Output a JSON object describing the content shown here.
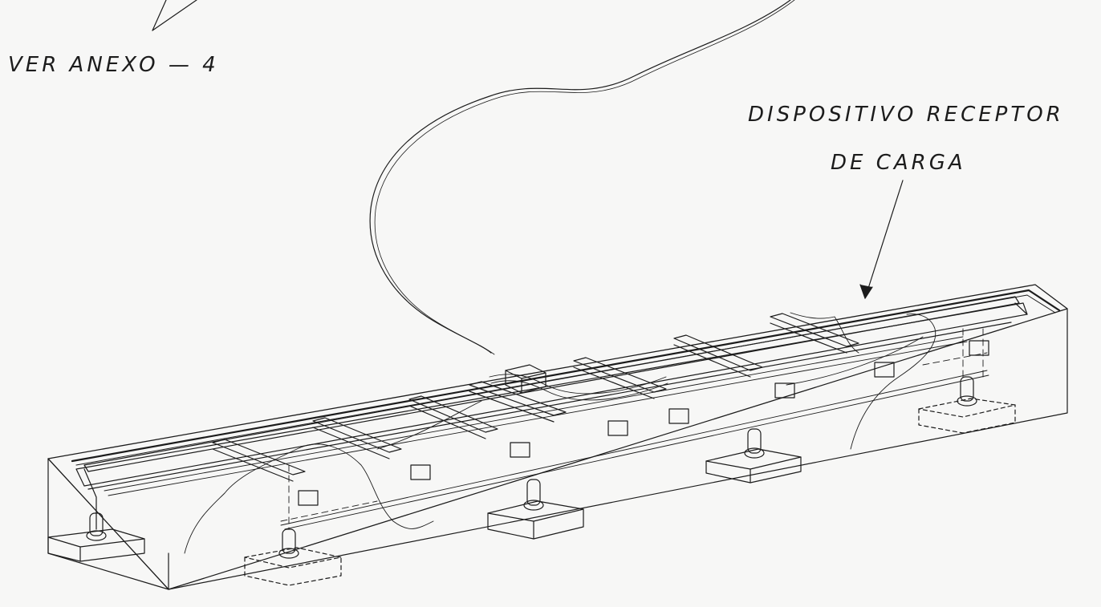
{
  "labels": {
    "ver_anexo": "VER ANEXO — 4",
    "device_line1": "DISPOSITIVO RECEPTOR",
    "device_line2": "DE CARGA"
  },
  "colors": {
    "ink": "#1c1c1c",
    "paper": "#f7f7f6"
  }
}
